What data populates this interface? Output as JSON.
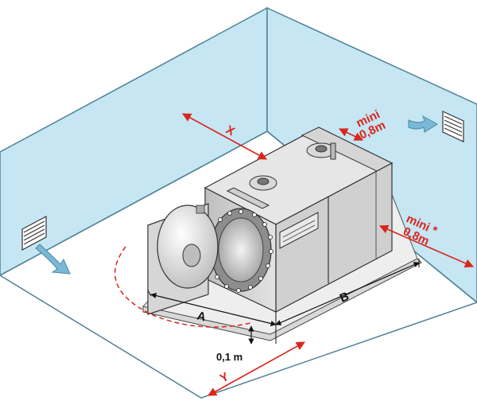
{
  "labels": {
    "x": "X",
    "y": "Y",
    "a": "A",
    "b": "B",
    "clearance_floor": "0,1 m",
    "rear_top": "mini",
    "rear_value": "0,8m",
    "side_top": "mini *",
    "side_value": "0,8m"
  },
  "colors": {
    "wall": "#c6e6f3",
    "wall_edge": "#5a8ea3",
    "floor": "#ffffff",
    "dimension_red": "#d9261c",
    "boiler_gray": "#c9c9c9",
    "boiler_dark": "#8a8a8a",
    "arrow_blue": "#7ab8d6"
  },
  "icons": [
    "air-inlet-grille",
    "air-outlet-grille",
    "airflow-arrow",
    "flange",
    "burner-door"
  ]
}
